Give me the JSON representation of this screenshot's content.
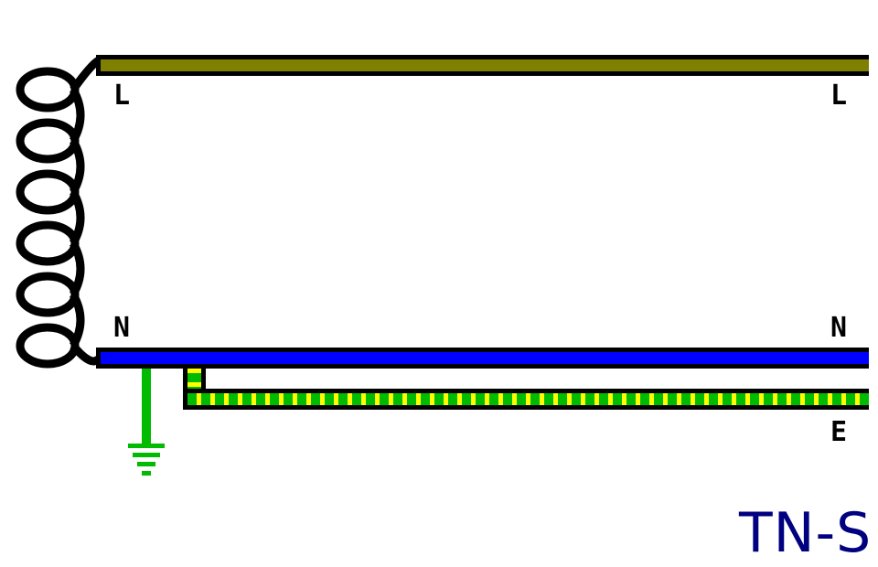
{
  "diagram": {
    "title": "TN-S",
    "colors": {
      "line": "#808000",
      "neutral": "#0000FF",
      "earth_green": "#00BB00",
      "earth_yellow": "#FFFF00",
      "title": "#000080",
      "outline": "#000000"
    },
    "conductors": {
      "line": {
        "label_left": "L",
        "label_right": "L"
      },
      "neutral": {
        "label_left": "N",
        "label_right": "N"
      },
      "earth": {
        "label_right": "E"
      }
    },
    "components": {
      "transformer_coil": "transformer-secondary-winding",
      "ground": "earth-ground-symbol"
    }
  }
}
